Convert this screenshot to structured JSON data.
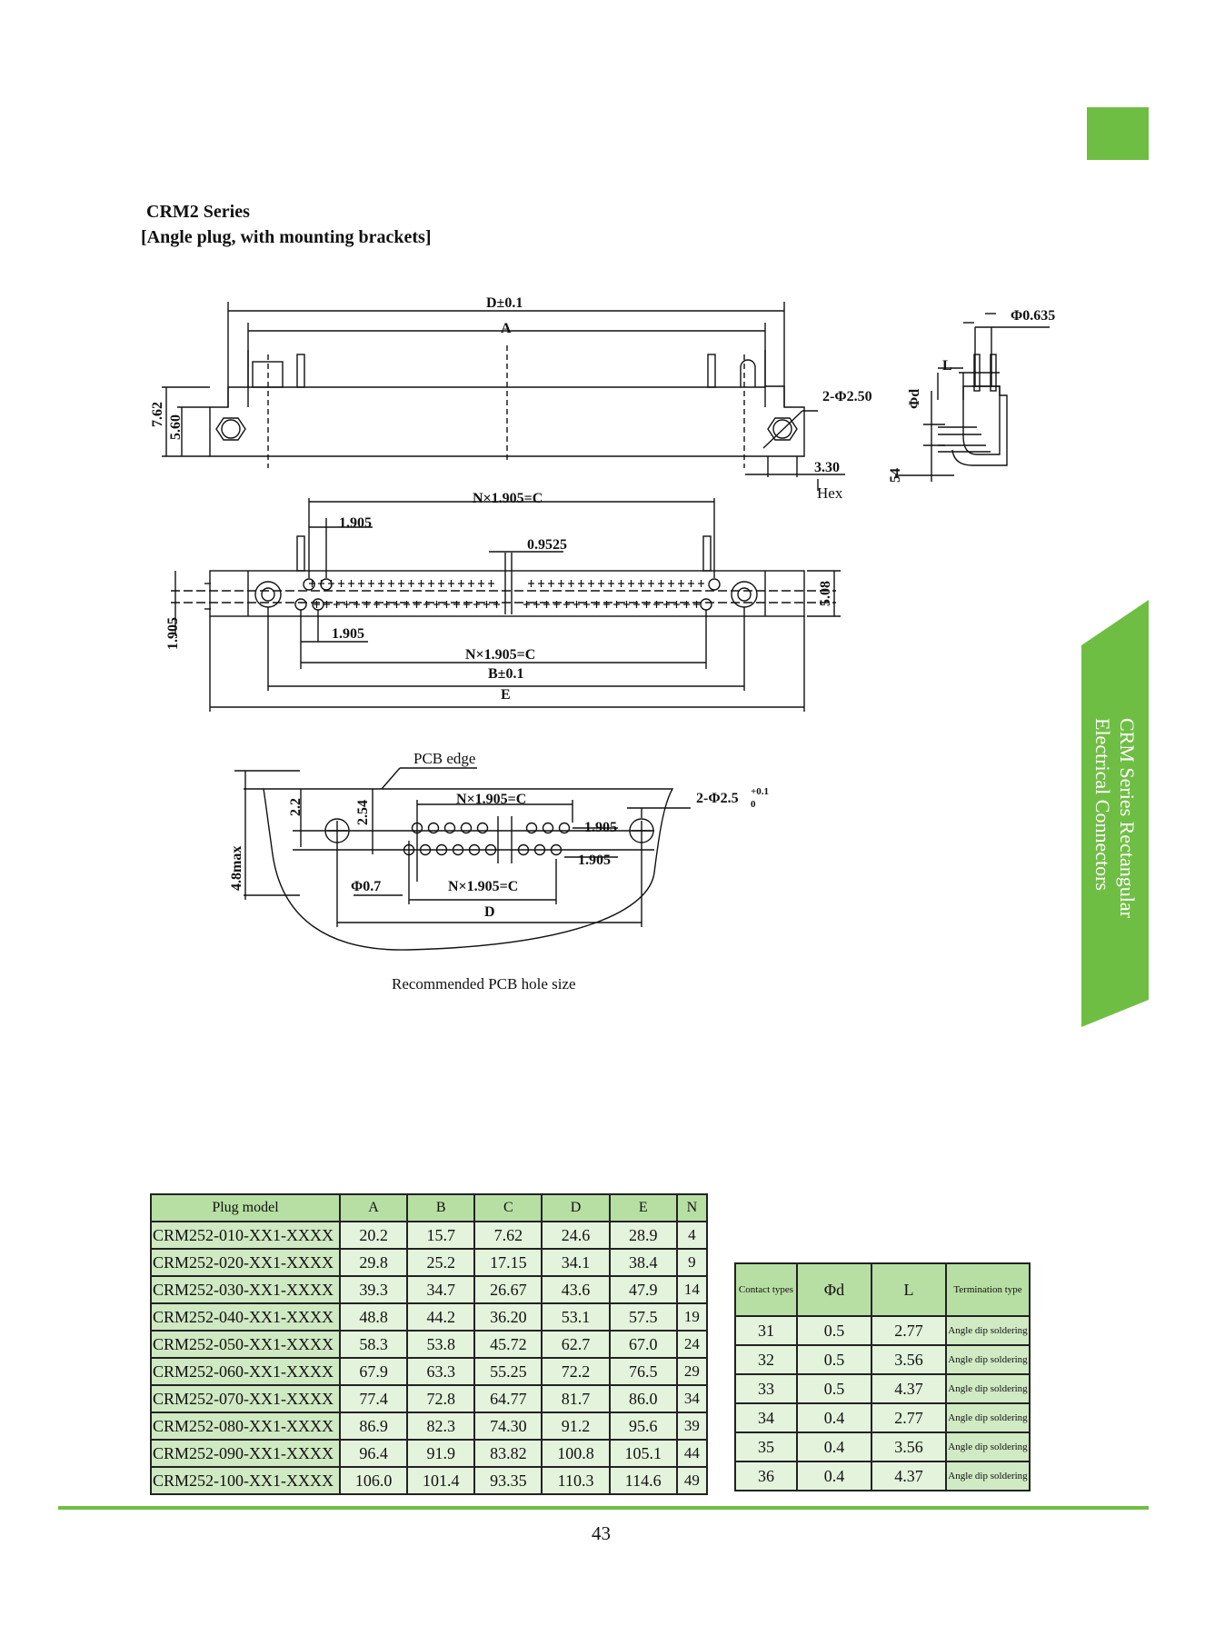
{
  "header": {
    "series": "CRM2 Series",
    "subtitle": "[Angle plug, with mounting brackets]"
  },
  "side_banner": {
    "line1": "CRM Series Rectangular",
    "line2": "Electrical Connectors",
    "color": "#6fbe44"
  },
  "drawing": {
    "dim_D": "D±0.1",
    "dim_A": "A",
    "dim_762": "7.62",
    "dim_560": "5.60",
    "dim_holes": "2-Φ2.50",
    "dim_330": "3.30",
    "hex": "Hex",
    "pitch_c_top": "N×1.905=C",
    "pitch_1905_a": "1.905",
    "pitch_09525": "0.9525",
    "pitch_1905_b": "1.905",
    "pitch_c_bottom": "N×1.905=C",
    "dim_B": "B±0.1",
    "dim_E": "E",
    "dim_508": "5.08",
    "dim_1905_side": "1.905",
    "side_phi0635": "Φ0.635",
    "side_L": "L",
    "side_phid": "Φd",
    "side_54": "54",
    "pcb_edge": "PCB edge",
    "pcb_22": "2.2",
    "pcb_254": "2.54",
    "pcb_48max": "4.8max",
    "pcb_c_top": "N×1.905=C",
    "pcb_holes": "2-Φ2.5",
    "pcb_tol_plus": "+0.1",
    "pcb_tol_zero": "0",
    "pcb_1905_a": "1.905",
    "pcb_1905_b": "1.905",
    "pcb_phi07": "Φ0.7",
    "pcb_c_bottom": "N×1.905=C",
    "pcb_D": "D",
    "caption": "Recommended PCB hole size"
  },
  "plug_table": {
    "headers": [
      "Plug model",
      "A",
      "B",
      "C",
      "D",
      "E",
      "N"
    ],
    "rows": [
      [
        "CRM252-010-XX1-XXXX",
        "20.2",
        "15.7",
        "7.62",
        "24.6",
        "28.9",
        "4"
      ],
      [
        "CRM252-020-XX1-XXXX",
        "29.8",
        "25.2",
        "17.15",
        "34.1",
        "38.4",
        "9"
      ],
      [
        "CRM252-030-XX1-XXXX",
        "39.3",
        "34.7",
        "26.67",
        "43.6",
        "47.9",
        "14"
      ],
      [
        "CRM252-040-XX1-XXXX",
        "48.8",
        "44.2",
        "36.20",
        "53.1",
        "57.5",
        "19"
      ],
      [
        "CRM252-050-XX1-XXXX",
        "58.3",
        "53.8",
        "45.72",
        "62.7",
        "67.0",
        "24"
      ],
      [
        "CRM252-060-XX1-XXXX",
        "67.9",
        "63.3",
        "55.25",
        "72.2",
        "76.5",
        "29"
      ],
      [
        "CRM252-070-XX1-XXXX",
        "77.4",
        "72.8",
        "64.77",
        "81.7",
        "86.0",
        "34"
      ],
      [
        "CRM252-080-XX1-XXXX",
        "86.9",
        "82.3",
        "74.30",
        "91.2",
        "95.6",
        "39"
      ],
      [
        "CRM252-090-XX1-XXXX",
        "96.4",
        "91.9",
        "83.82",
        "100.8",
        "105.1",
        "44"
      ],
      [
        "CRM252-100-XX1-XXXX",
        "106.0",
        "101.4",
        "93.35",
        "110.3",
        "114.6",
        "49"
      ]
    ]
  },
  "contact_table": {
    "headers": [
      "Contact types",
      "Φd",
      "L",
      "Termination type"
    ],
    "rows": [
      [
        "31",
        "0.5",
        "2.77",
        "Angle dip soldering"
      ],
      [
        "32",
        "0.5",
        "3.56",
        "Angle dip soldering"
      ],
      [
        "33",
        "0.5",
        "4.37",
        "Angle dip soldering"
      ],
      [
        "34",
        "0.4",
        "2.77",
        "Angle dip soldering"
      ],
      [
        "35",
        "0.4",
        "3.56",
        "Angle dip soldering"
      ],
      [
        "36",
        "0.4",
        "4.37",
        "Angle dip soldering"
      ]
    ]
  },
  "footer": {
    "page_number": "43",
    "rule_color": "#6fbe44"
  }
}
